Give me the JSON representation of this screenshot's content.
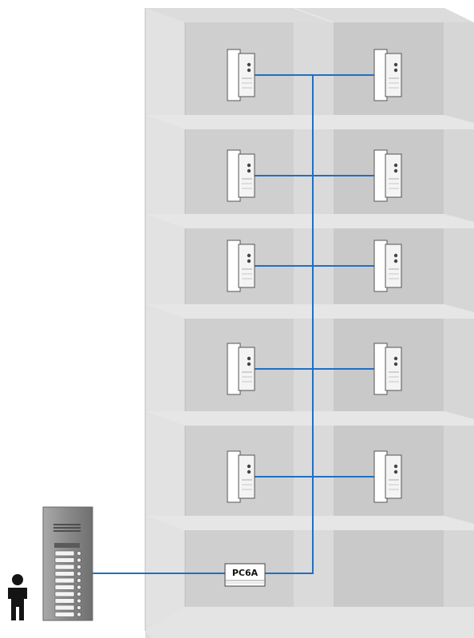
{
  "diagram": {
    "floors": 5,
    "units_per_floor": 2,
    "distributor_label": "PC6A",
    "door_panel_buttons": 10,
    "colors": {
      "wire": "#1f6fc4",
      "building_face": "#d3d3d3",
      "building_shade": "#c6c6c6",
      "slab": "#e6e6e6",
      "panel": "#8d8d8d",
      "person": "#141414"
    }
  }
}
